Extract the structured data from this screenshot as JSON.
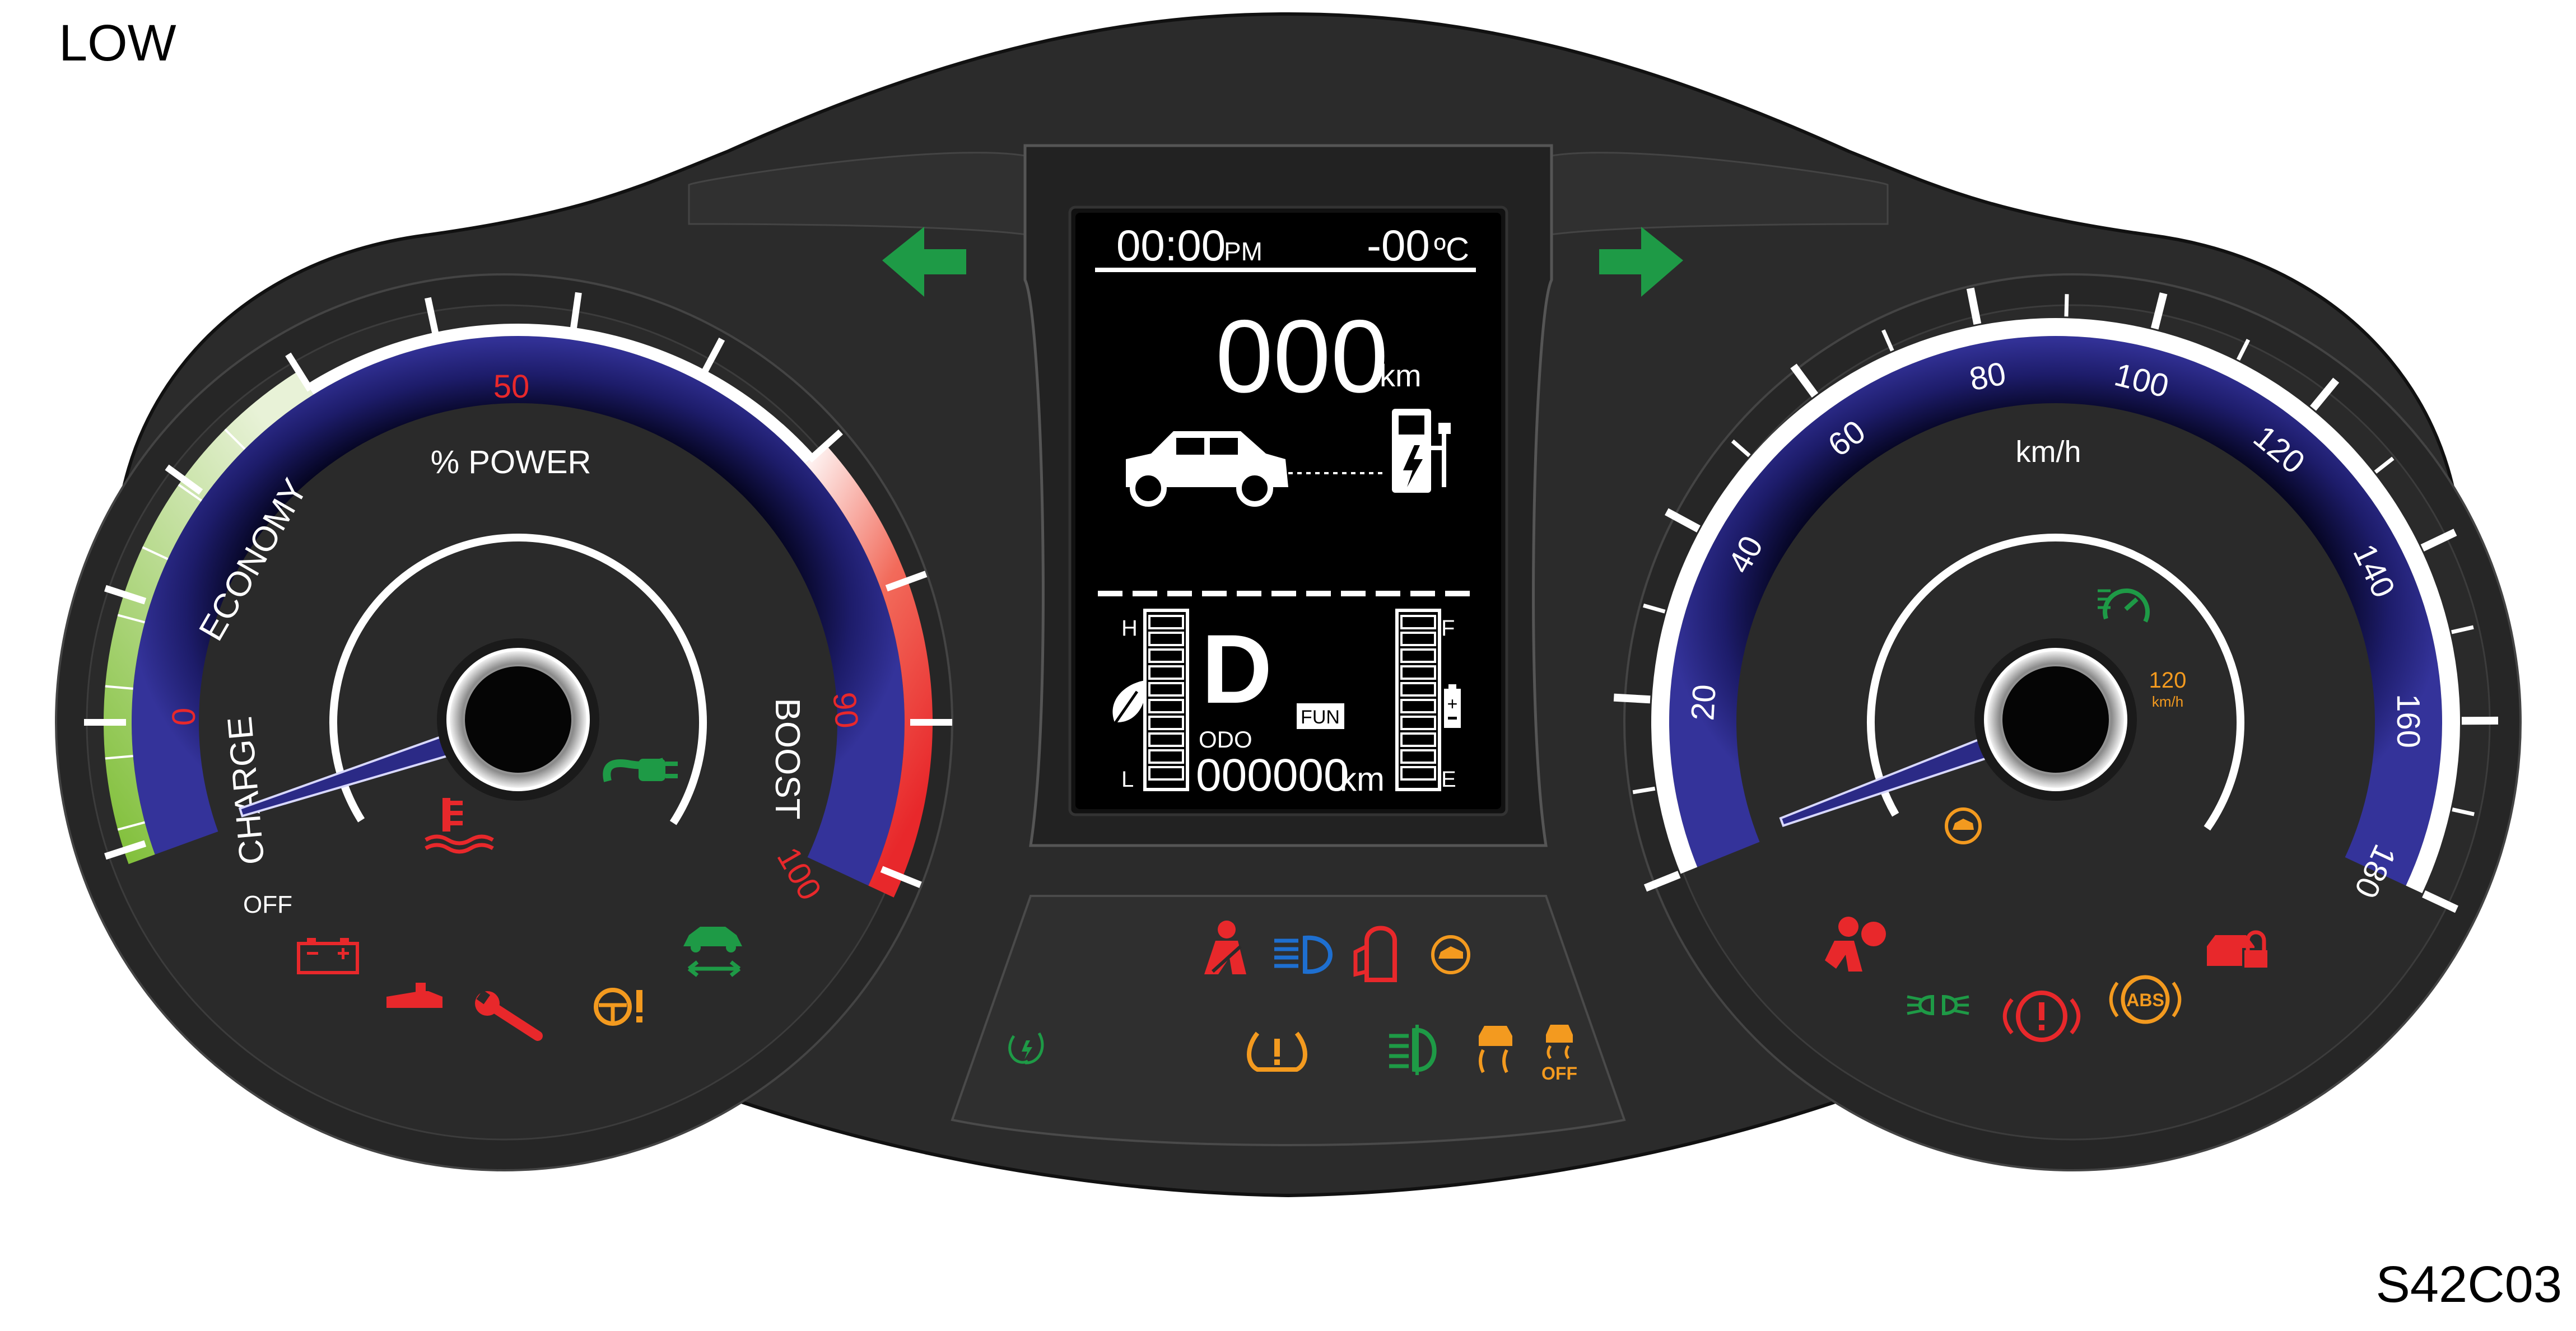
{
  "corner": {
    "mode": "LOW",
    "code": "S42C03"
  },
  "power_gauge": {
    "labels": {
      "charge": "CHARGE",
      "economy": "ECONOMY",
      "boost": "BOOST",
      "power": "% POWER",
      "off": "OFF"
    },
    "ticks": [
      "0",
      "50",
      "90",
      "100"
    ],
    "needle_value": 0
  },
  "speed_gauge": {
    "unit": "km/h",
    "ticks": [
      "20",
      "40",
      "60",
      "80",
      "100",
      "120",
      "140",
      "160",
      "180"
    ],
    "cruise_speed": "120",
    "cruise_unit": "km/h",
    "needle_value": 0
  },
  "display": {
    "time": "00:00",
    "ampm": "PM",
    "temperature": "-00",
    "temp_unit": "ºC",
    "range": "000",
    "range_unit": "km",
    "gear": "D",
    "mode": "FUN",
    "odo_label": "ODO",
    "odometer": "000000",
    "odo_unit": "km",
    "temp_hi": "H",
    "temp_lo": "L",
    "fuel_full": "F",
    "fuel_empty": "E"
  },
  "warning_lights": {
    "left": [
      "coolant-temperature",
      "charging-plug",
      "battery",
      "oil-pressure",
      "wrench-service",
      "steering-warning",
      "vehicle-lift"
    ],
    "center": [
      "seatbelt",
      "high-beam",
      "door-open",
      "hood-open",
      "ready",
      "tire-pressure",
      "front-fog",
      "traction-control",
      "traction-off"
    ],
    "right": [
      "cruise-control",
      "parking-brake-auto",
      "airbag",
      "side-lights",
      "brake",
      "abs",
      "immobilizer"
    ],
    "traction_off_text": "OFF",
    "abs_text": "ABS"
  },
  "colors": {
    "bezel": "#2b2b2b",
    "gauge_blue": "#2b2a86",
    "economy_green": "#8ec641",
    "boost_red": "#e8282b",
    "indicator_green": "#1e9a46",
    "amber": "#f39a1f",
    "red": "#e8282b",
    "needle": "#2b2a86"
  }
}
